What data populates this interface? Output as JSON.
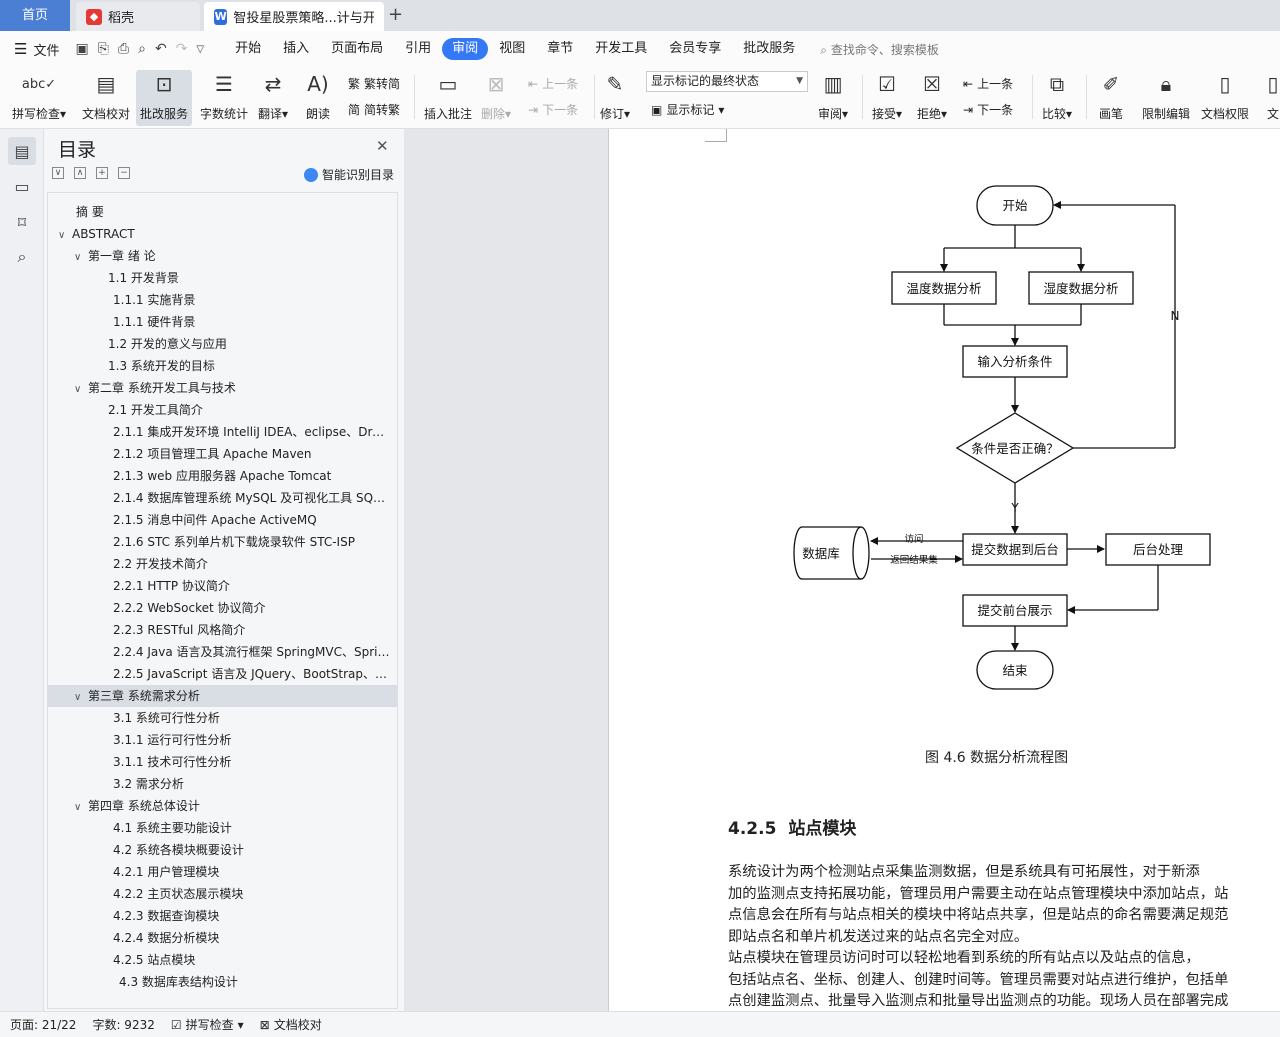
{
  "tabs": {
    "home": "首页",
    "daoke": "稻壳",
    "doc": "智投星股票策略...计与开发 ¢",
    "add": "+"
  },
  "menubar": {
    "file": "文件",
    "items": [
      "开始",
      "插入",
      "页面布局",
      "引用",
      "审阅",
      "视图",
      "章节",
      "开发工具",
      "会员专享",
      "批改服务"
    ],
    "active": "审阅",
    "search": "查找命令、搜索模板"
  },
  "ribbon": {
    "spellcheck": "拼写检查",
    "doccheck": "文档校对",
    "review_service": "批改服务",
    "wordcount": "字数统计",
    "translate": "翻译",
    "read_aloud": "朗读",
    "trad": "繁转简",
    "simp": "简转繁",
    "insert_comment": "插入批注",
    "delete": "删除",
    "prev_comment": "上一条",
    "next_comment": "下一条",
    "revise": "修订",
    "display_state": "显示标记的最终状态",
    "show_markup": "显示标记",
    "review": "审阅",
    "accept": "接受",
    "reject": "拒绝",
    "prev": "上一条",
    "next": "下一条",
    "compare": "比较",
    "pen": "画笔",
    "restrict": "限制编辑",
    "permission": "文档权限",
    "more": "文"
  },
  "toc": {
    "title": "目录",
    "ai": "智能识别目录",
    "items": [
      {
        "text": "摘  要",
        "level": 1,
        "chev": ""
      },
      {
        "text": "ABSTRACT",
        "level": 0,
        "chev": "∨"
      },
      {
        "text": "第一章  绪  论",
        "level": 1,
        "chev": "∨"
      },
      {
        "text": "1.1 开发背景",
        "level": 2,
        "chev": ""
      },
      {
        "text": "1.1.1 实施背景",
        "level": 3,
        "chev": ""
      },
      {
        "text": "1.1.1 硬件背景",
        "level": 3,
        "chev": ""
      },
      {
        "text": "1.2 开发的意义与应用",
        "level": 2,
        "chev": ""
      },
      {
        "text": "1.3  系统开发的目标",
        "level": 2,
        "chev": ""
      },
      {
        "text": "第二章  系统开发工具与技术",
        "level": 1,
        "chev": "∨"
      },
      {
        "text": "2.1  开发工具简介",
        "level": 2,
        "chev": ""
      },
      {
        "text": "2.1.1 集成开发环境 IntelliJ IDEA、eclipse、Dre…",
        "level": 3,
        "chev": ""
      },
      {
        "text": "2.1.2 项目管理工具 Apache Maven",
        "level": 3,
        "chev": ""
      },
      {
        "text": "2.1.3 web 应用服务器 Apache Tomcat",
        "level": 3,
        "chev": ""
      },
      {
        "text": "2.1.4 数据库管理系统 MySQL 及可视化工具 SQ…",
        "level": 3,
        "chev": ""
      },
      {
        "text": "2.1.5 消息中间件 Apache ActiveMQ",
        "level": 3,
        "chev": ""
      },
      {
        "text": "2.1.6 STC 系列单片机下载烧录软件 STC-ISP",
        "level": 3,
        "chev": ""
      },
      {
        "text": "2.2  开发技术简介",
        "level": 3,
        "chev": ""
      },
      {
        "text": "2.2.1 HTTP 协议简介",
        "level": 3,
        "chev": ""
      },
      {
        "text": "2.2.2 WebSocket 协议简介",
        "level": 3,
        "chev": ""
      },
      {
        "text": "2.2.3 RESTful 风格简介",
        "level": 3,
        "chev": ""
      },
      {
        "text": "2.2.4 Java 语言及其流行框架 SpringMVC、Spri…",
        "level": 3,
        "chev": ""
      },
      {
        "text": "2.2.5 JavaScript 语言及 JQuery、BootStrap、…",
        "level": 3,
        "chev": ""
      },
      {
        "text": "第三章  系统需求分析",
        "level": 1,
        "chev": "∨"
      },
      {
        "text": "3.1  系统可行性分析",
        "level": 3,
        "chev": ""
      },
      {
        "text": "3.1.1  运行可行性分析",
        "level": 3,
        "chev": ""
      },
      {
        "text": "3.1.1  技术可行性分析",
        "level": 3,
        "chev": ""
      },
      {
        "text": "3.2  需求分析",
        "level": 3,
        "chev": ""
      },
      {
        "text": "第四章  系统总体设计",
        "level": 1,
        "chev": "∨"
      },
      {
        "text": "4.1  系统主要功能设计",
        "level": 3,
        "chev": ""
      },
      {
        "text": "4.2  系统各模块概要设计",
        "level": 3,
        "chev": ""
      },
      {
        "text": "4.2.1  用户管理模块",
        "level": 3,
        "chev": ""
      },
      {
        "text": "4.2.2  主页状态展示模块",
        "level": 3,
        "chev": ""
      },
      {
        "text": "4.2.3  数据查询模块",
        "level": 3,
        "chev": ""
      },
      {
        "text": "4.2.4  数据分析模块",
        "level": 3,
        "chev": ""
      },
      {
        "text": "4.2.5  站点模块",
        "level": 3,
        "chev": ""
      },
      {
        "text": "4.3  数据库表结构设计",
        "level": 4,
        "chev": ""
      }
    ],
    "selected_index": 22
  },
  "flowchart": {
    "start": "开始",
    "temp": "温度数据分析",
    "humid": "湿度数据分析",
    "input": "输入分析条件",
    "decision": "条件是否正确？",
    "no": "N",
    "yes": "Y",
    "db": "数据库",
    "submit": "提交数据到后台",
    "backend": "后台处理",
    "access": "访问",
    "return": "返回结果集",
    "display": "提交前台展示",
    "end": "结束"
  },
  "document": {
    "caption": "图 4.6  数据分析流程图",
    "heading_num": "4.2.5",
    "heading_text": "站点模块",
    "para1": [
      "        系统设计为两个检测站点采集监测数据，但是系统具有可拓展性，对于新添",
      "加的监测点支持拓展功能，管理员用户需要主动在站点管理模块中添加站点，站",
      "点信息会在所有与站点相关的模块中将站点共享，但是站点的命名需要满足规范",
      "即站点名和单片机发送过来的站点名完全对应。"
    ],
    "para2": [
      "        站点模块在管理员访问时可以轻松地看到系统的所有站点以及站点的信息，",
      "包括站点名、坐标、创建人、创建时间等。管理员需要对站点进行维护，包括单",
      "点创建监测点、批量导入监测点和批量导出监测点的功能。现场人员在部署完成"
    ]
  },
  "statusbar": {
    "page": "页面: 21/22",
    "words": "字数: 9232",
    "spell": "拼写检查",
    "doccheck": "文档校对"
  }
}
